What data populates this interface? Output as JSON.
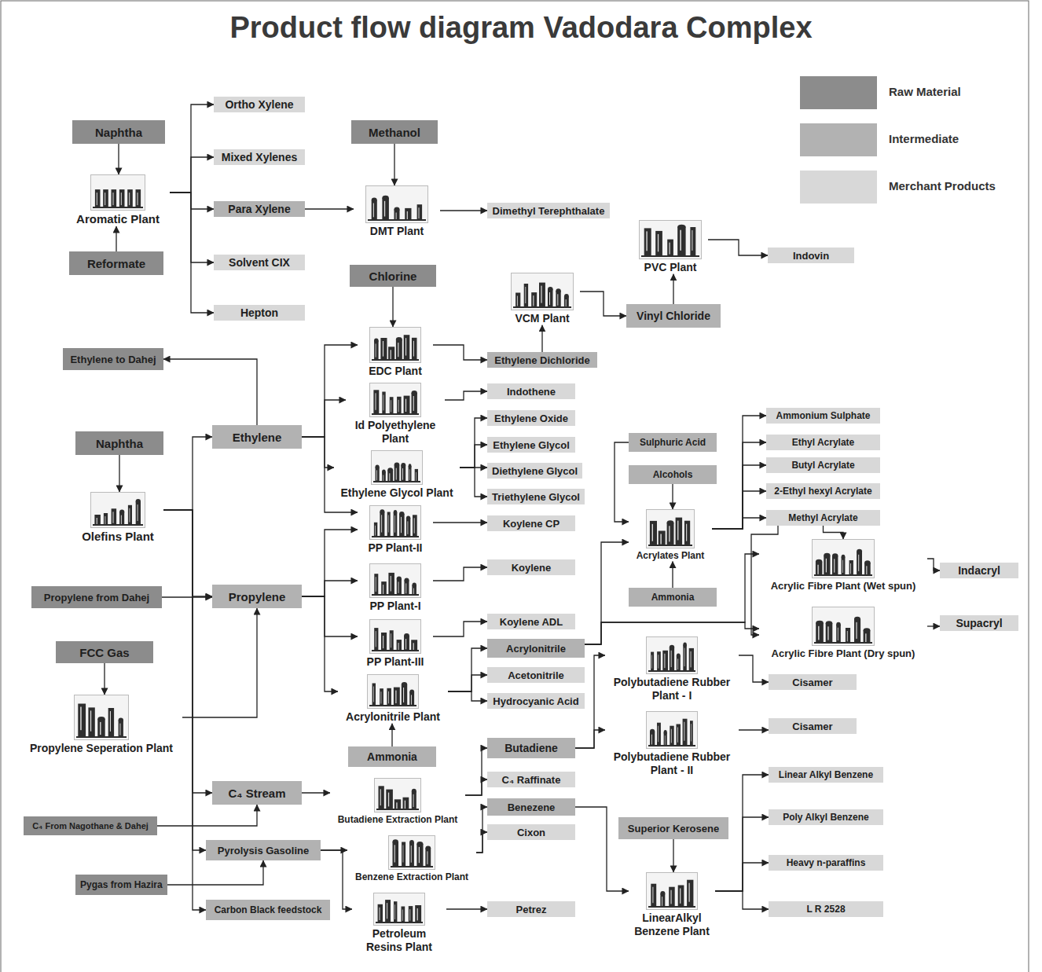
{
  "diagram": {
    "title": "Product flow diagram Vadodara Complex",
    "nodes": [
      {
        "text": [
          "Naphtha"
        ]
      },
      {
        "text": [
          "Aromatic Plant"
        ]
      },
      {
        "text": [
          "Reformate"
        ]
      },
      {
        "text": [
          "Ortho Xylene"
        ]
      },
      {
        "text": [
          "Mixed Xylenes"
        ]
      },
      {
        "text": [
          "Para Xylene"
        ]
      },
      {
        "text": [
          "Solvent CIX"
        ]
      },
      {
        "text": [
          "Hepton"
        ]
      },
      {
        "text": [
          "Methanol"
        ]
      },
      {
        "text": [
          "DMT Plant"
        ]
      },
      {
        "text": [
          "Dimethyl Terephthalate"
        ]
      },
      {
        "text": [
          "Chlorine"
        ]
      },
      {
        "text": [
          "PVC Plant"
        ]
      },
      {
        "text": [
          "Indovin"
        ]
      },
      {
        "text": [
          "VCM Plant"
        ]
      },
      {
        "text": [
          "Vinyl Chloride"
        ]
      },
      {
        "text": [
          "EDC Plant"
        ]
      },
      {
        "text": [
          "Ethylene Dichloride"
        ]
      },
      {
        "text": [
          "Ethylene to Dahej"
        ]
      },
      {
        "text": [
          "Id Polyethylene Plant"
        ]
      },
      {
        "text": [
          "Indothene"
        ]
      },
      {
        "text": [
          "Ethylene"
        ]
      },
      {
        "text": [
          "Naphtha"
        ]
      },
      {
        "text": [
          "Ethylene Glycol Plant"
        ]
      },
      {
        "text": [
          "Ethylene Oxide"
        ]
      },
      {
        "text": [
          "Ethylene Glycol"
        ]
      },
      {
        "text": [
          "Diethylene Glycol"
        ]
      },
      {
        "text": [
          "Triethylene Glycol"
        ]
      },
      {
        "text": [
          "Olefins Plant"
        ]
      },
      {
        "text": [
          "PP Plant-II"
        ]
      },
      {
        "text": [
          "Koylene CP"
        ]
      },
      {
        "text": [
          "Sulphuric Acid"
        ]
      },
      {
        "text": [
          "Alcohols"
        ]
      },
      {
        "text": [
          "Acrylates Plant"
        ]
      },
      {
        "text": [
          "Ammonium Sulphate"
        ]
      },
      {
        "text": [
          "Ethyl Acrylate"
        ]
      },
      {
        "text": [
          "Butyl Acrylate"
        ]
      },
      {
        "text": [
          "2-Ethyl hexyl Acrylate"
        ]
      },
      {
        "text": [
          "Methyl Acrylate"
        ]
      },
      {
        "text": [
          "Koylene"
        ]
      },
      {
        "text": [
          "PP Plant-I"
        ]
      },
      {
        "text": [
          "Propylene from Dahej"
        ]
      },
      {
        "text": [
          "Propylene"
        ]
      },
      {
        "text": [
          "Ammonia"
        ]
      },
      {
        "text": [
          "Acrylic Fibre Plant (Wet spun)"
        ]
      },
      {
        "text": [
          "Indacryl"
        ]
      },
      {
        "text": [
          "Acrylic Fibre Plant (Dry spun)"
        ]
      },
      {
        "text": [
          "Supacryl"
        ]
      },
      {
        "text": [
          "Koylene ADL"
        ]
      },
      {
        "text": [
          "PP Plant-III"
        ]
      },
      {
        "text": [
          "Acrylonitrile"
        ]
      },
      {
        "text": [
          "FCC Gas"
        ]
      },
      {
        "text": [
          "Acetonitrile"
        ]
      },
      {
        "text": [
          "Polybutadiene Rubber Plant - I"
        ]
      },
      {
        "text": [
          "Cisamer"
        ]
      },
      {
        "text": [
          "Acrylonitrile Plant"
        ]
      },
      {
        "text": [
          "Hydrocyanic Acid"
        ]
      },
      {
        "text": [
          "Propylene Seperation Plant"
        ]
      },
      {
        "text": [
          "Cisamer"
        ]
      },
      {
        "text": [
          "Polybutadiene Rubber Plant - II"
        ]
      },
      {
        "text": [
          "Butadiene"
        ]
      },
      {
        "text": [
          "Ammonia"
        ]
      },
      {
        "text": [
          "C₄ Stream"
        ]
      },
      {
        "text": [
          "Butadiene Extraction Plant"
        ]
      },
      {
        "text": [
          "C₄ Raffinate"
        ]
      },
      {
        "text": [
          "Linear Alkyl Benzene"
        ]
      },
      {
        "text": [
          "C₄ From Nagothane & Dahej"
        ]
      },
      {
        "text": [
          "Benezene"
        ]
      },
      {
        "text": [
          "Poly Alkyl Benzene"
        ]
      },
      {
        "text": [
          "Superior Kerosene"
        ]
      },
      {
        "text": [
          "Cixon"
        ]
      },
      {
        "text": [
          "Pyrolysis Gasoline"
        ]
      },
      {
        "text": [
          "Benzene Extraction Plant"
        ]
      },
      {
        "text": [
          "Heavy n-paraffins"
        ]
      },
      {
        "text": [
          "Pygas from Hazira"
        ]
      },
      {
        "text": [
          "Carbon Black feedstock"
        ]
      },
      {
        "text": [
          "Petroleum Resins Plant"
        ]
      },
      {
        "text": [
          "Petrez"
        ]
      },
      {
        "text": [
          "LinearAlkyl Benzene Plant"
        ]
      },
      {
        "text": [
          "L R 2528"
        ]
      }
    ],
    "edges": [
      {
        "from": 0,
        "to": 1,
        "arrow": "to"
      },
      {
        "from": 2,
        "to": 1,
        "arrow": "to"
      },
      {
        "from": 1,
        "to": 3,
        "arrow": "to"
      },
      {
        "from": 1,
        "to": 4,
        "arrow": "to"
      },
      {
        "from": 1,
        "to": 5,
        "arrow": "to"
      },
      {
        "from": 1,
        "to": 6,
        "arrow": "to"
      },
      {
        "from": 1,
        "to": 7,
        "arrow": "to"
      },
      {
        "from": 5,
        "to": 9,
        "arrow": "to"
      },
      {
        "from": 8,
        "to": 9,
        "arrow": "to"
      },
      {
        "from": 9,
        "to": 10,
        "arrow": "to"
      },
      {
        "from": 11,
        "to": 16,
        "arrow": "to"
      },
      {
        "from": 16,
        "to": 17,
        "arrow": "to"
      },
      {
        "from": 17,
        "to": 14,
        "arrow": "to"
      },
      {
        "from": 14,
        "to": 15,
        "arrow": "to"
      },
      {
        "from": 15,
        "to": 12,
        "arrow": "to"
      },
      {
        "from": 12,
        "to": 13,
        "arrow": "to"
      },
      {
        "from": 21,
        "to": 18,
        "arrow": "to"
      },
      {
        "from": 21,
        "to": 16,
        "arrow": "to"
      },
      {
        "from": 21,
        "to": 19,
        "arrow": "to"
      },
      {
        "from": 21,
        "to": 23,
        "arrow": "to"
      },
      {
        "from": 21,
        "to": 29,
        "arrow": "to"
      },
      {
        "from": 19,
        "to": 20,
        "arrow": "to"
      },
      {
        "from": 23,
        "to": 24,
        "arrow": "to"
      },
      {
        "from": 23,
        "to": 25,
        "arrow": "to"
      },
      {
        "from": 23,
        "to": 26,
        "arrow": "to"
      },
      {
        "from": 23,
        "to": 27,
        "arrow": "to"
      },
      {
        "from": 22,
        "to": 28,
        "arrow": "to"
      },
      {
        "from": 28,
        "to": 21,
        "arrow": "to"
      },
      {
        "from": 28,
        "to": 42,
        "arrow": "to"
      },
      {
        "from": 28,
        "to": 62,
        "arrow": "to"
      },
      {
        "from": 28,
        "to": 71,
        "arrow": "to"
      },
      {
        "from": 28,
        "to": 75,
        "arrow": "to"
      },
      {
        "from": 41,
        "to": 42,
        "arrow": "to"
      },
      {
        "from": 57,
        "to": 42,
        "arrow": "to"
      },
      {
        "from": 51,
        "to": 57,
        "arrow": "to"
      },
      {
        "from": 42,
        "to": 29,
        "arrow": "to"
      },
      {
        "from": 42,
        "to": 40,
        "arrow": "to"
      },
      {
        "from": 42,
        "to": 49,
        "arrow": "to"
      },
      {
        "from": 42,
        "to": 55,
        "arrow": "to"
      },
      {
        "from": 29,
        "to": 30,
        "arrow": "to"
      },
      {
        "from": 40,
        "to": 39,
        "arrow": "to"
      },
      {
        "from": 49,
        "to": 48,
        "arrow": "to"
      },
      {
        "from": 55,
        "to": 50,
        "arrow": "to"
      },
      {
        "from": 55,
        "to": 52,
        "arrow": "to"
      },
      {
        "from": 55,
        "to": 56,
        "arrow": "to"
      },
      {
        "from": 61,
        "to": 55,
        "arrow": "to"
      },
      {
        "from": 50,
        "to": 33,
        "arrow": "to"
      },
      {
        "from": 31,
        "to": 33,
        "arrow": "to"
      },
      {
        "from": 32,
        "to": 33,
        "arrow": "to"
      },
      {
        "from": 43,
        "to": 33,
        "arrow": "to"
      },
      {
        "from": 33,
        "to": 34,
        "arrow": "to"
      },
      {
        "from": 33,
        "to": 35,
        "arrow": "to"
      },
      {
        "from": 33,
        "to": 36,
        "arrow": "to"
      },
      {
        "from": 33,
        "to": 37,
        "arrow": "to"
      },
      {
        "from": 33,
        "to": 38,
        "arrow": "to"
      },
      {
        "from": 38,
        "to": 44,
        "arrow": "to"
      },
      {
        "from": 38,
        "to": 46,
        "arrow": "to"
      },
      {
        "from": 50,
        "to": 44,
        "arrow": "to"
      },
      {
        "from": 50,
        "to": 46,
        "arrow": "to"
      },
      {
        "from": 44,
        "to": 45,
        "arrow": "to"
      },
      {
        "from": 46,
        "to": 47,
        "arrow": "to"
      },
      {
        "from": 60,
        "to": 53,
        "arrow": "to"
      },
      {
        "from": 60,
        "to": 59,
        "arrow": "to"
      },
      {
        "from": 53,
        "to": 54,
        "arrow": "to"
      },
      {
        "from": 59,
        "to": 58,
        "arrow": "to"
      },
      {
        "from": 62,
        "to": 63,
        "arrow": "to"
      },
      {
        "from": 66,
        "to": 62,
        "arrow": "to"
      },
      {
        "from": 63,
        "to": 60,
        "arrow": "to"
      },
      {
        "from": 63,
        "to": 64,
        "arrow": "to"
      },
      {
        "from": 71,
        "to": 72,
        "arrow": "to"
      },
      {
        "from": 71,
        "to": 76,
        "arrow": "to"
      },
      {
        "from": 74,
        "to": 71,
        "arrow": "to"
      },
      {
        "from": 72,
        "to": 67,
        "arrow": "to"
      },
      {
        "from": 72,
        "to": 70,
        "arrow": "to"
      },
      {
        "from": 67,
        "to": 78,
        "arrow": "to"
      },
      {
        "from": 69,
        "to": 78,
        "arrow": "to"
      },
      {
        "from": 78,
        "to": 65,
        "arrow": "to"
      },
      {
        "from": 78,
        "to": 68,
        "arrow": "to"
      },
      {
        "from": 78,
        "to": 73,
        "arrow": "to"
      },
      {
        "from": 78,
        "to": 79,
        "arrow": "to"
      },
      {
        "from": 76,
        "to": 77,
        "arrow": "to"
      }
    ],
    "legend": [
      {
        "text": "Raw Material",
        "color": "#8c8c8c"
      },
      {
        "text": "Intermediate",
        "color": "#b2b2b2"
      },
      {
        "text": "Merchant Products",
        "color": "#d8d8d8"
      }
    ]
  }
}
